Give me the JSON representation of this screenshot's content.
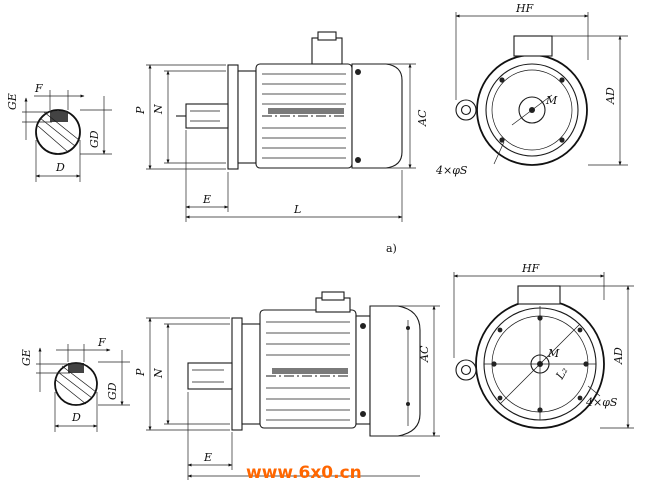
{
  "caption": "a)",
  "watermark": "www.6x0.cn",
  "colors": {
    "line": "#1a1a1a",
    "watermark": "#ff6600",
    "background": "#ffffff"
  },
  "top_view": {
    "key_section": {
      "ge": "GE",
      "f": "F",
      "gd": "GD",
      "d": "D"
    },
    "side_view": {
      "p": "P",
      "n": "N",
      "e": "E",
      "l": "L",
      "ac": "AC"
    },
    "end_view": {
      "hf": "HF",
      "ad": "AD",
      "m": "M",
      "holes": "4×φS"
    }
  },
  "bottom_view": {
    "key_section": {
      "ge": "GE",
      "f": "F",
      "gd": "GD",
      "d": "D"
    },
    "side_view": {
      "p": "P",
      "n": "N",
      "e": "E",
      "ac": "AC"
    },
    "end_view": {
      "hf": "HF",
      "ad": "AD",
      "m": "M",
      "l2": "L₂",
      "holes": "4×φS"
    }
  }
}
